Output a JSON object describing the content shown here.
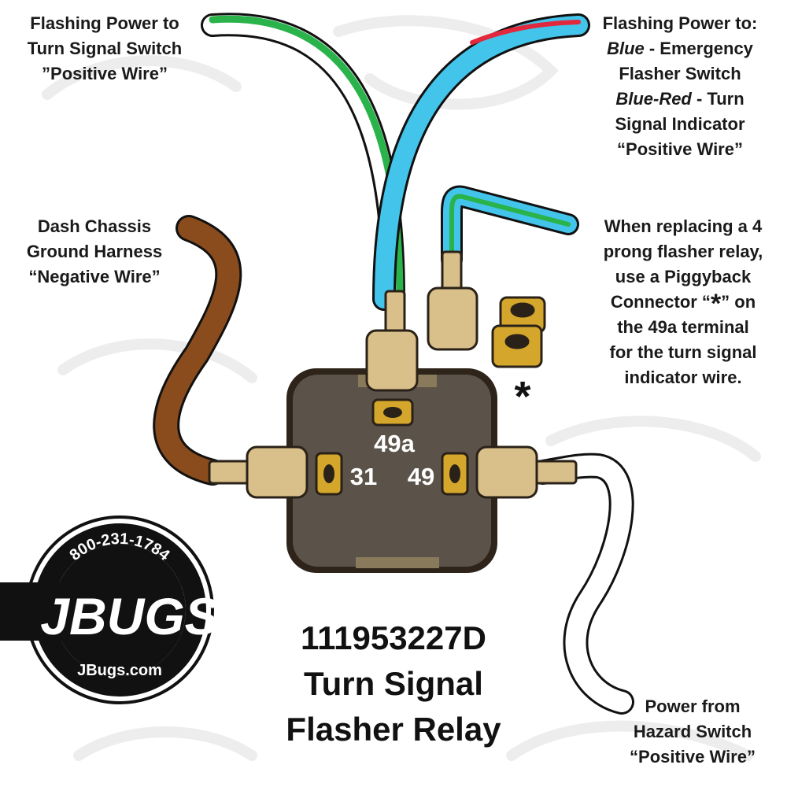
{
  "title": {
    "part_number": "111953227D",
    "line1": "Turn Signal",
    "line2": "Flasher Relay"
  },
  "labels": {
    "flash_to_switch": [
      "Flashing Power to",
      "Turn Signal Switch",
      "”Positive Wire”"
    ],
    "flash_to_emergency": {
      "line1": "Flashing Power to:",
      "blue_word": "Blue",
      "blue_rest": " - Emergency",
      "line3": "Flasher Switch",
      "bluered_word": "Blue-Red",
      "bluered_rest": " - Turn",
      "line5": "Signal Indicator",
      "line6": "“Positive Wire”"
    },
    "ground": [
      "Dash Chassis",
      "Ground Harness",
      "“Negative Wire”"
    ],
    "piggyback": {
      "line1": "When replacing a 4",
      "line2": "prong flasher relay,",
      "line3": "use a Piggyback",
      "line4_pre": "Connector “",
      "line4_star": "*",
      "line4_post": "” on",
      "line5": "the 49a terminal",
      "line6": "for the turn signal",
      "line7": "indicator wire."
    },
    "hazard": [
      "Power from",
      "Hazard Switch",
      "“Positive Wire”"
    ]
  },
  "terminals": {
    "t49a": "49a",
    "t31": "31",
    "t49": "49",
    "piggyback_marker": "*"
  },
  "logo": {
    "phone": "800-231-1784",
    "brand": "JBUGS",
    "website": "JBugs.com"
  },
  "colors": {
    "relay_body": "#5b5349",
    "relay_border": "#2e2419",
    "terminal_brass": "#d4a72c",
    "connector_tan": "#d9c08a",
    "wire_green": "#29b34a",
    "wire_blue": "#43c4ea",
    "wire_red_stripe": "#e2283c",
    "wire_brown": "#8a4c1c",
    "wire_white": "#ffffff"
  }
}
